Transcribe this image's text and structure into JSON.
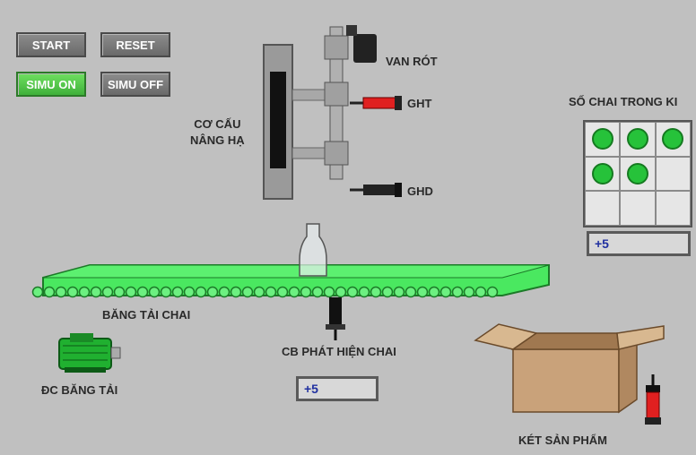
{
  "buttons": {
    "start": "START",
    "reset": "RESET",
    "simu_on": "SIMU ON",
    "simu_off": "SIMU OFF"
  },
  "labels": {
    "lift_mechanism_line1": "CƠ CẤU",
    "lift_mechanism_line2": "NÂNG HẠ",
    "fill_valve": "VAN RÓT",
    "upper_sensor": "GHT",
    "lower_sensor": "GHD",
    "bottle_count_title": "SỐ CHAI TRONG KI",
    "conveyor": "BĂNG TẢI CHAI",
    "bottle_sensor": "CB PHÁT HIỆN CHAI",
    "conveyor_motor": "ĐC BĂNG TẢI",
    "product_box": "KÉT SẢN PHẨM"
  },
  "values": {
    "bottles_in_box": "+5",
    "bottle_sensor_count": "+5"
  },
  "bottle_grid": [
    true,
    true,
    true,
    true,
    true,
    false,
    false,
    false,
    false
  ],
  "colors": {
    "active_green": "#3fb03a",
    "conveyor_green": "#4ae860",
    "sensor_red": "#e02020",
    "box_brown": "#c9a27a"
  }
}
